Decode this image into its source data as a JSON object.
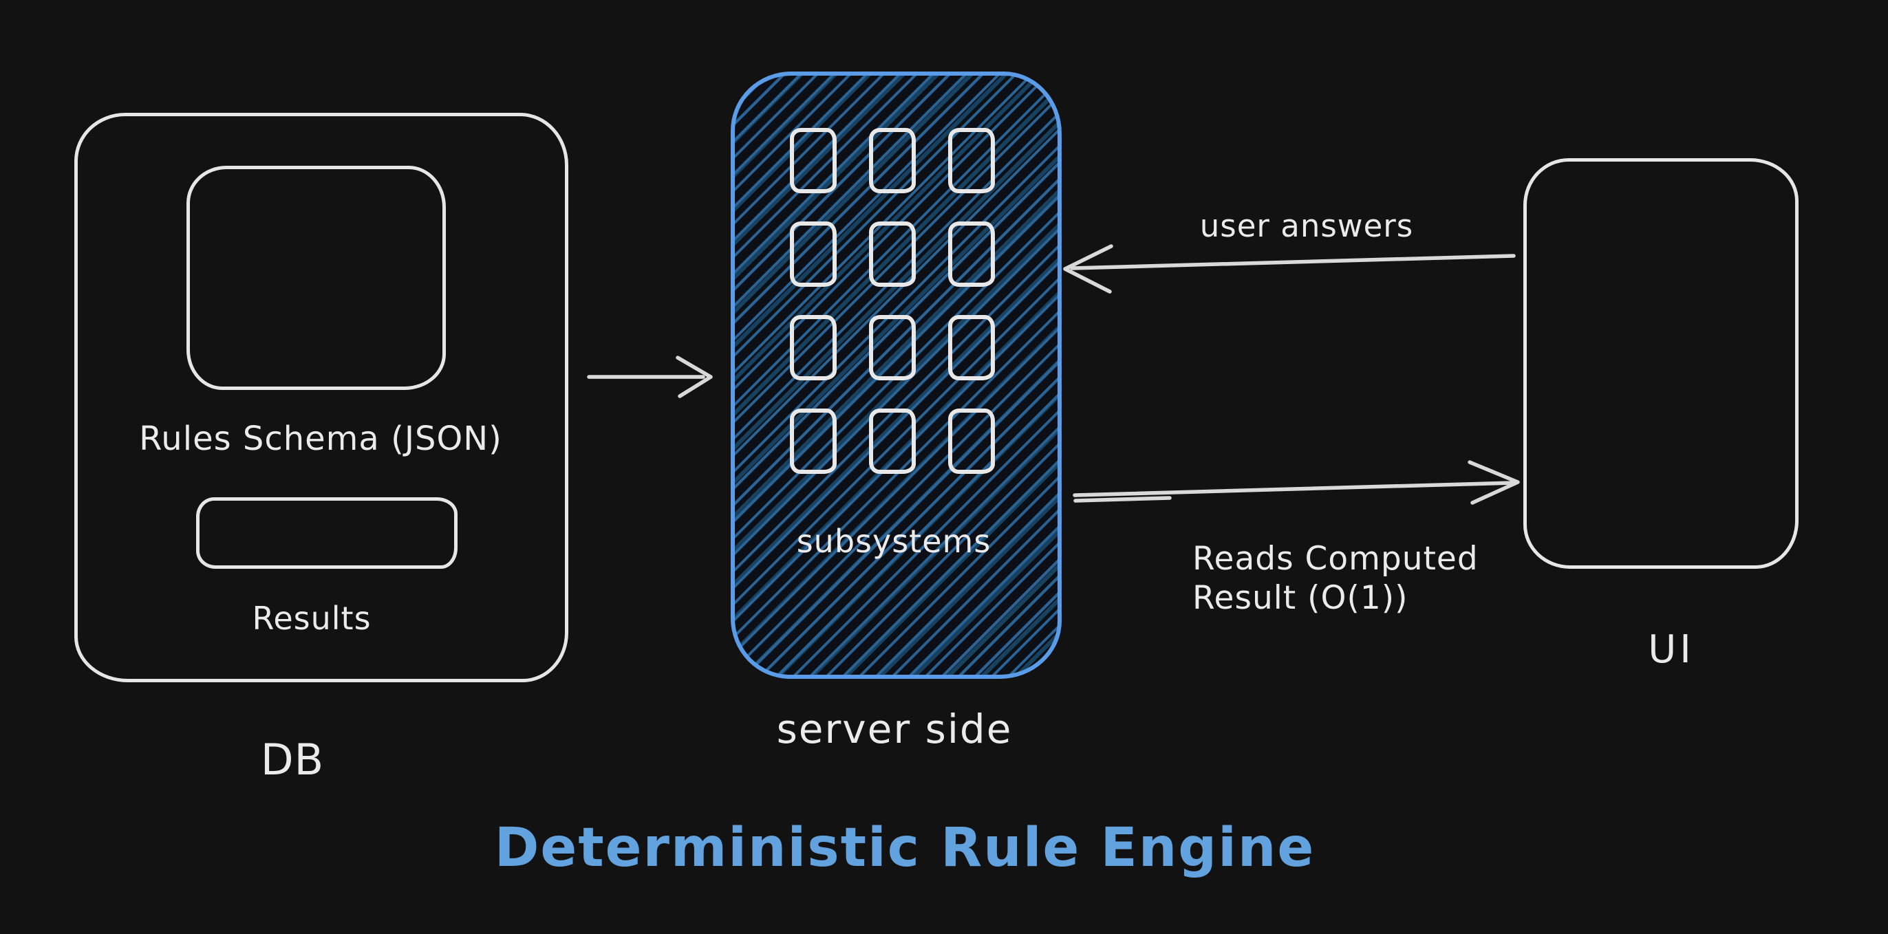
{
  "colors": {
    "background": "#121212",
    "stroke_light": "#e6e6e6",
    "arrow": "#d9d9d9",
    "server_border": "#5b9ce8",
    "hatch_line": "#2a6396",
    "hatch_line_dark": "#17415f",
    "title_blue": "#62a2de"
  },
  "title": "Deterministic Rule Engine",
  "db": {
    "caption": "DB",
    "schema_label": "Rules Schema (JSON)",
    "results_label": "Results"
  },
  "server": {
    "caption": "server side",
    "inner_label": "subsystems",
    "grid": {
      "rows": 4,
      "cols": 3
    }
  },
  "ui": {
    "caption": "UI"
  },
  "arrows": {
    "db_to_server": {
      "label": ""
    },
    "ui_to_server": {
      "label": "user answers"
    },
    "server_to_ui": {
      "label_lines": [
        "Reads Computed",
        "Result (O(1))"
      ]
    }
  }
}
